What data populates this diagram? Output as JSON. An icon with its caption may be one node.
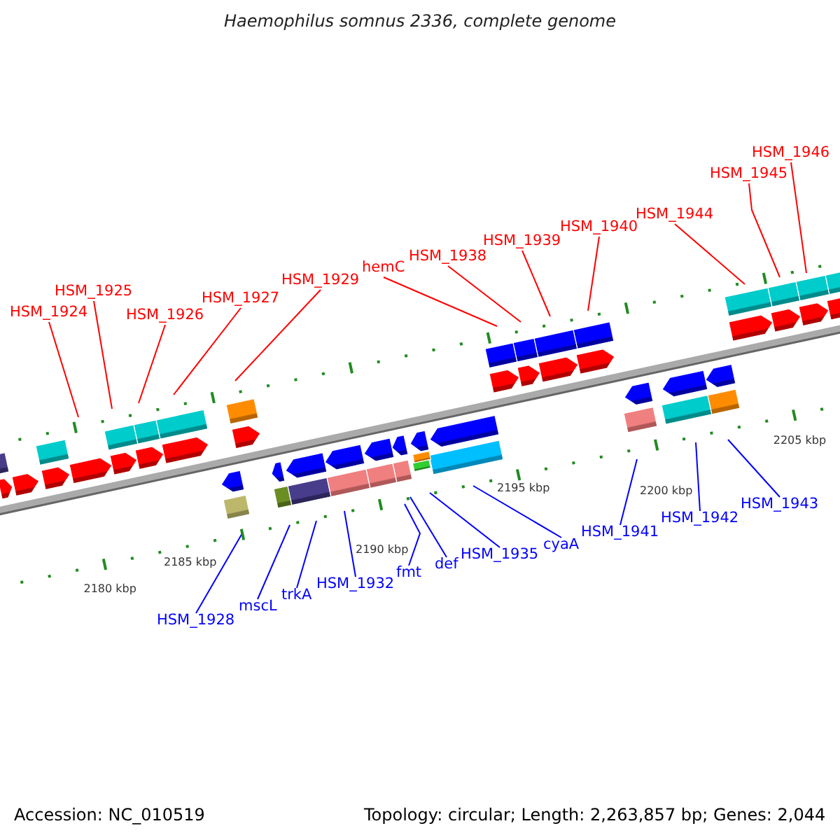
{
  "diagram": {
    "title": "Haemophilus somnus 2336, complete genome",
    "nodes": [
      {
        "text": [
          "HSM_1924"
        ]
      },
      {
        "text": [
          "HSM_1925"
        ]
      },
      {
        "text": [
          "HSM_1926"
        ]
      },
      {
        "text": [
          "HSM_1927"
        ]
      },
      {
        "text": [
          "HSM_1929"
        ]
      },
      {
        "text": [
          "hemC"
        ]
      },
      {
        "text": [
          "HSM_1938"
        ]
      },
      {
        "text": [
          "HSM_1939"
        ]
      },
      {
        "text": [
          "HSM_1940"
        ]
      },
      {
        "text": [
          "HSM_1944"
        ]
      },
      {
        "text": [
          "HSM_1945"
        ]
      },
      {
        "text": [
          "HSM_1946"
        ]
      },
      {
        "text": [
          "HSM_1928"
        ]
      },
      {
        "text": [
          "mscL"
        ]
      },
      {
        "text": [
          "trkA"
        ]
      },
      {
        "text": [
          "HSM_1932"
        ]
      },
      {
        "text": [
          "fmt"
        ]
      },
      {
        "text": [
          "def"
        ]
      },
      {
        "text": [
          "HSM_1935"
        ]
      },
      {
        "text": [
          "cyaA"
        ]
      },
      {
        "text": [
          "HSM_1941"
        ]
      },
      {
        "text": [
          "HSM_1942"
        ]
      },
      {
        "text": [
          "HSM_1943"
        ]
      }
    ],
    "edges": [
      {
        "from": 0,
        "to": null,
        "arrow": "none"
      },
      {
        "from": 1,
        "to": null,
        "arrow": "none"
      },
      {
        "from": 2,
        "to": null,
        "arrow": "none"
      },
      {
        "from": 3,
        "to": null,
        "arrow": "none"
      },
      {
        "from": 4,
        "to": null,
        "arrow": "none"
      },
      {
        "from": 5,
        "to": null,
        "arrow": "none"
      },
      {
        "from": 6,
        "to": null,
        "arrow": "none"
      },
      {
        "from": 7,
        "to": null,
        "arrow": "none"
      },
      {
        "from": 8,
        "to": null,
        "arrow": "none"
      },
      {
        "from": 9,
        "to": null,
        "arrow": "none"
      },
      {
        "from": 10,
        "to": null,
        "arrow": "none"
      },
      {
        "from": 11,
        "to": null,
        "arrow": "none"
      },
      {
        "from": 12,
        "to": null,
        "arrow": "none",
        "color": "#0000ff"
      },
      {
        "from": 13,
        "to": null,
        "arrow": "none",
        "color": "#0000ff"
      },
      {
        "from": 14,
        "to": null,
        "arrow": "none",
        "color": "#0000ff"
      },
      {
        "from": 15,
        "to": null,
        "arrow": "none",
        "color": "#0000ff"
      },
      {
        "from": 16,
        "to": null,
        "arrow": "none",
        "color": "#0000ff"
      },
      {
        "from": 17,
        "to": null,
        "arrow": "none",
        "color": "#0000ff"
      },
      {
        "from": 18,
        "to": null,
        "arrow": "none",
        "color": "#0000ff"
      },
      {
        "from": 19,
        "to": null,
        "arrow": "none",
        "color": "#0000ff"
      },
      {
        "from": 20,
        "to": null,
        "arrow": "none",
        "color": "#0000ff"
      },
      {
        "from": 21,
        "to": null,
        "arrow": "none",
        "color": "#0000ff"
      },
      {
        "from": 22,
        "to": null,
        "arrow": "none",
        "color": "#0000ff"
      }
    ],
    "labels": [
      "2180 kbp",
      "2185 kbp",
      "2190 kbp",
      "2195 kbp",
      "2200 kbp",
      "2205 kbp",
      "Accession: NC_010519",
      "Topology: circular; Length: 2,263,857 bp; Genes: 2,044"
    ]
  }
}
